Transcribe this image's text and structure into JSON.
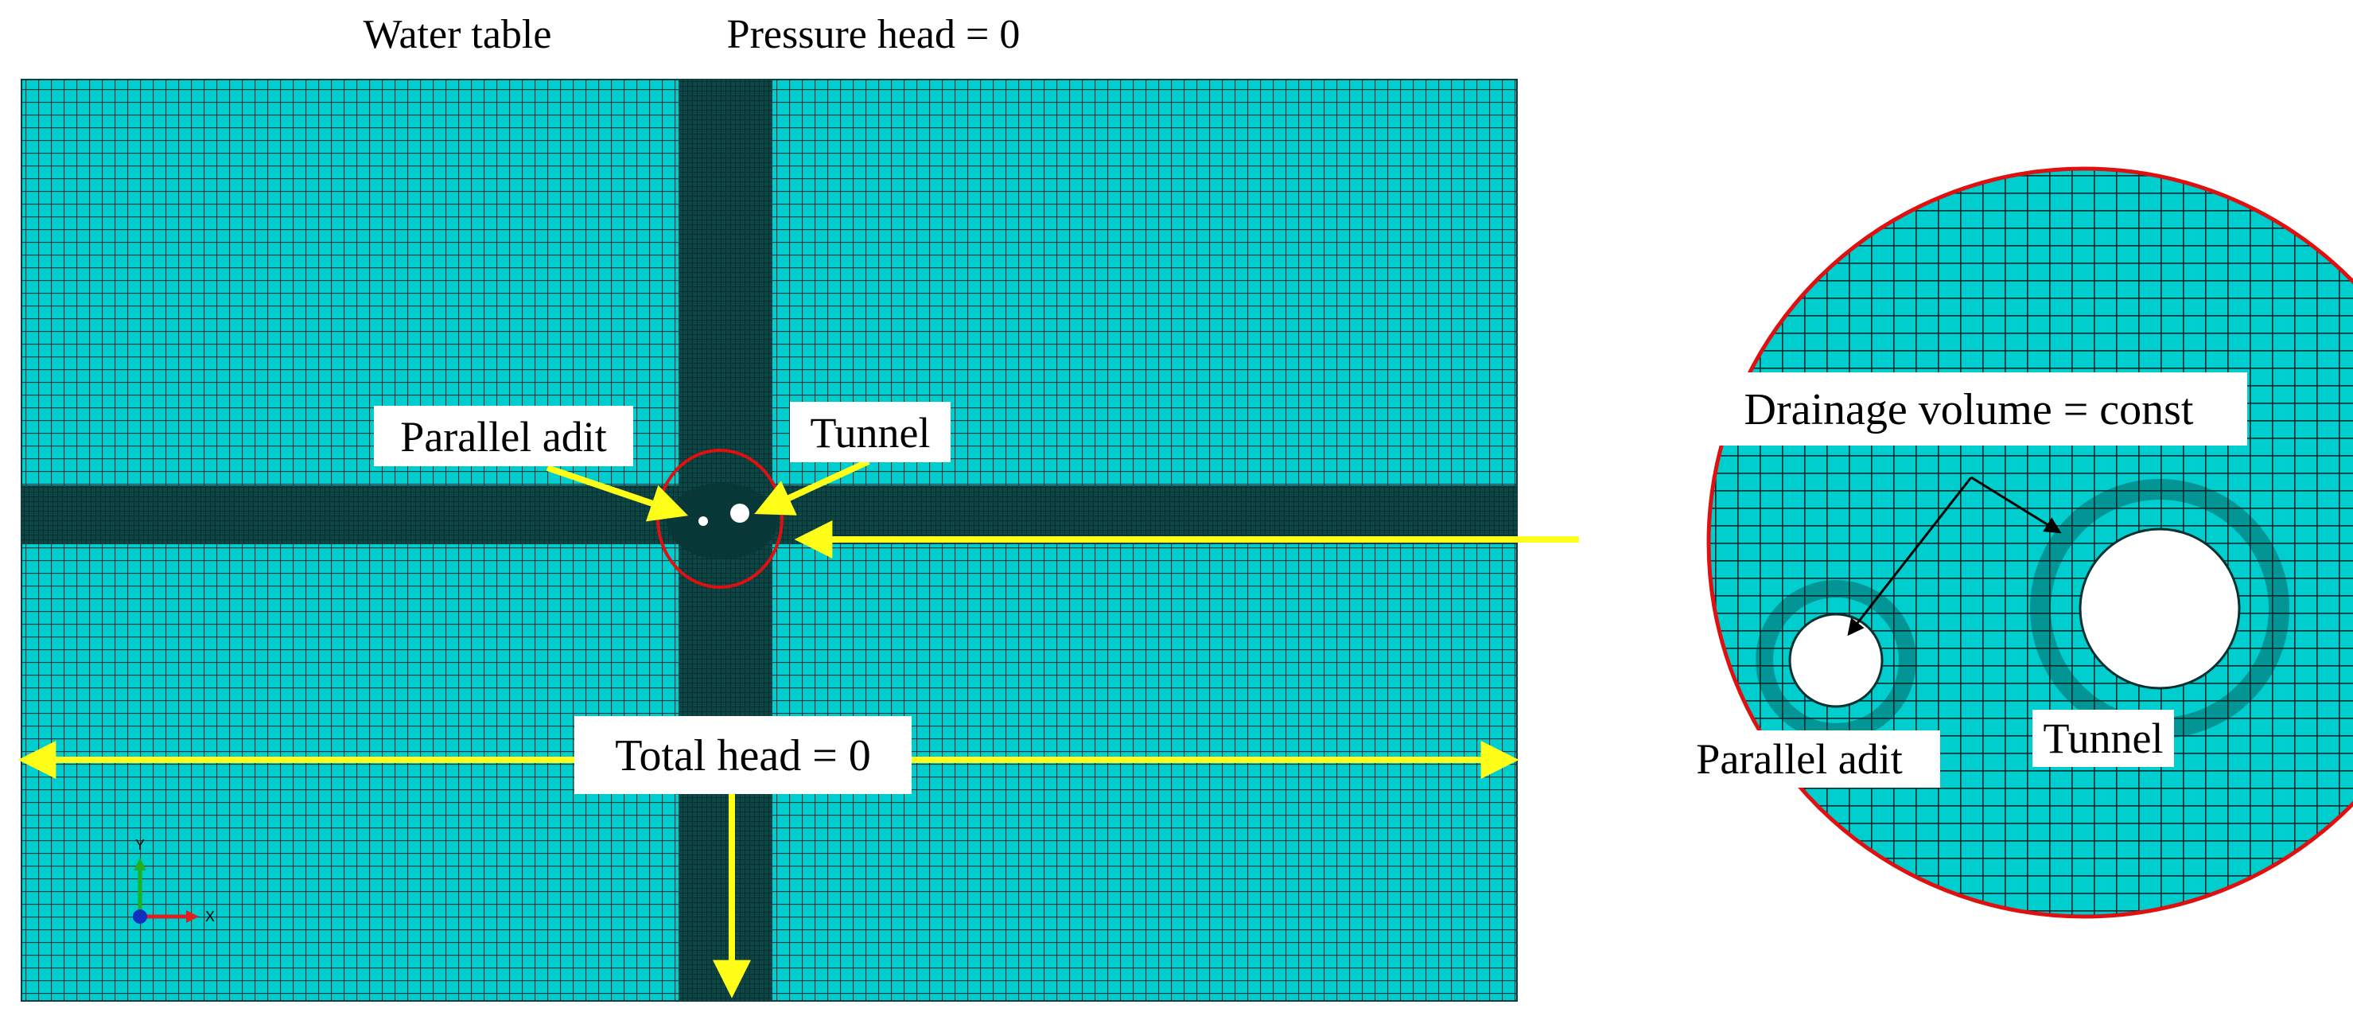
{
  "labels": {
    "water_table": "Water table",
    "pressure_head": "Pressure head = 0",
    "parallel_adit_main": "Parallel adit",
    "tunnel_main": "Tunnel",
    "total_head": "Total head = 0",
    "drainage_volume": "Drainage volume = const",
    "parallel_adit_zoom": "Parallel adit",
    "tunnel_zoom": "Tunnel",
    "axis_y": "Y",
    "axis_x": "X"
  },
  "colors": {
    "mesh_fill": "#00cdcd",
    "mesh_line": "#0b3b3b",
    "dense_band": "#0e4545",
    "arrow": "#ffff1a",
    "highlight_ring": "#e01010",
    "label_box": "#ffffff",
    "text": "#000000",
    "axis_x": "#e02020",
    "axis_y": "#20b020",
    "axis_origin": "#1030c0"
  },
  "icons": {
    "coordinate_triad": "xy-axis-triad-icon"
  }
}
